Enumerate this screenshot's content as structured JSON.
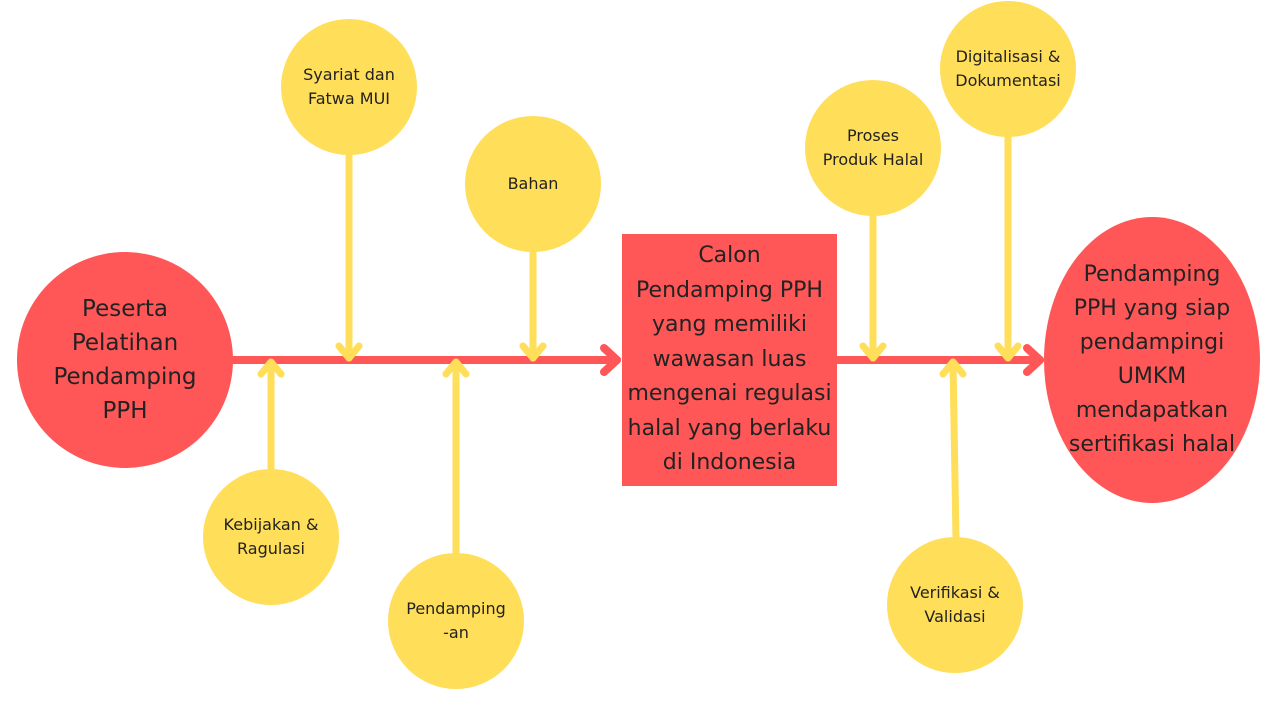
{
  "colors": {
    "red": "#FF5757",
    "yellow": "#FFDE59",
    "text": "#222222"
  },
  "start": {
    "label": "Peserta\nPelatihan\nPendamping\nPPH"
  },
  "middle": {
    "label": "Calon\nPendamping PPH\nyang memiliki\nwawasan luas\nmengenai regulasi\nhalal yang berlaku\ndi Indonesia"
  },
  "end": {
    "label": "Pendamping\nPPH yang siap\npendampingi\nUMKM\nmendapatkan\nsertifikasi halal"
  },
  "factors": [
    {
      "label": "Syariat dan\nFatwa MUI"
    },
    {
      "label": "Bahan"
    },
    {
      "label": "Kebijakan &\nRagulasi"
    },
    {
      "label": "Pendamping\n-an"
    },
    {
      "label": "Proses\nProduk Halal"
    },
    {
      "label": "Digitalisasi &\nDokumentasi"
    },
    {
      "label": "Verifikasi &\nValidasi"
    }
  ]
}
